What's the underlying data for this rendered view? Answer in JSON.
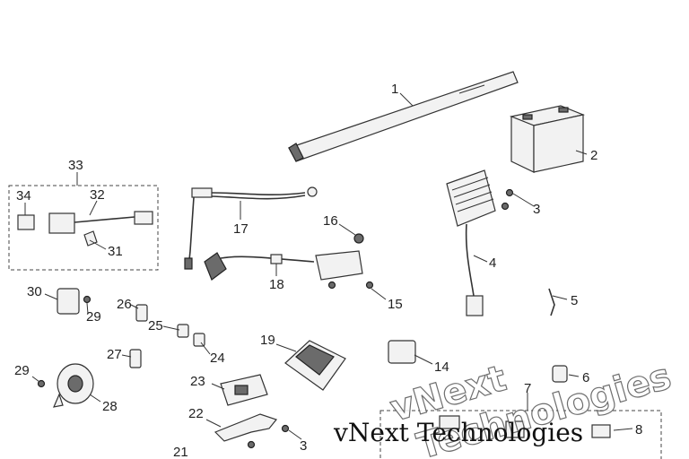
{
  "diagram": {
    "callouts": [
      {
        "id": "1",
        "text": "1"
      },
      {
        "id": "2",
        "text": "2"
      },
      {
        "id": "3a",
        "text": "3"
      },
      {
        "id": "3b",
        "text": "3"
      },
      {
        "id": "4",
        "text": "4"
      },
      {
        "id": "5",
        "text": "5"
      },
      {
        "id": "6",
        "text": "6"
      },
      {
        "id": "7",
        "text": "7"
      },
      {
        "id": "8",
        "text": "8"
      },
      {
        "id": "14",
        "text": "14"
      },
      {
        "id": "15",
        "text": "15"
      },
      {
        "id": "16",
        "text": "16"
      },
      {
        "id": "17",
        "text": "17"
      },
      {
        "id": "18",
        "text": "18"
      },
      {
        "id": "19",
        "text": "19"
      },
      {
        "id": "21",
        "text": "21"
      },
      {
        "id": "22",
        "text": "22"
      },
      {
        "id": "23",
        "text": "23"
      },
      {
        "id": "24",
        "text": "24"
      },
      {
        "id": "25",
        "text": "25"
      },
      {
        "id": "26",
        "text": "26"
      },
      {
        "id": "27",
        "text": "27"
      },
      {
        "id": "28",
        "text": "28"
      },
      {
        "id": "29a",
        "text": "29"
      },
      {
        "id": "29b",
        "text": "29"
      },
      {
        "id": "30",
        "text": "30"
      },
      {
        "id": "31",
        "text": "31"
      },
      {
        "id": "32",
        "text": "32"
      },
      {
        "id": "33",
        "text": "33"
      },
      {
        "id": "34",
        "text": "34"
      }
    ]
  },
  "watermark": {
    "line1": "vNext",
    "line2": "Technologies",
    "caption": "vNext Technologies"
  },
  "colors": {
    "ink": "#333333",
    "background": "#ffffff"
  }
}
